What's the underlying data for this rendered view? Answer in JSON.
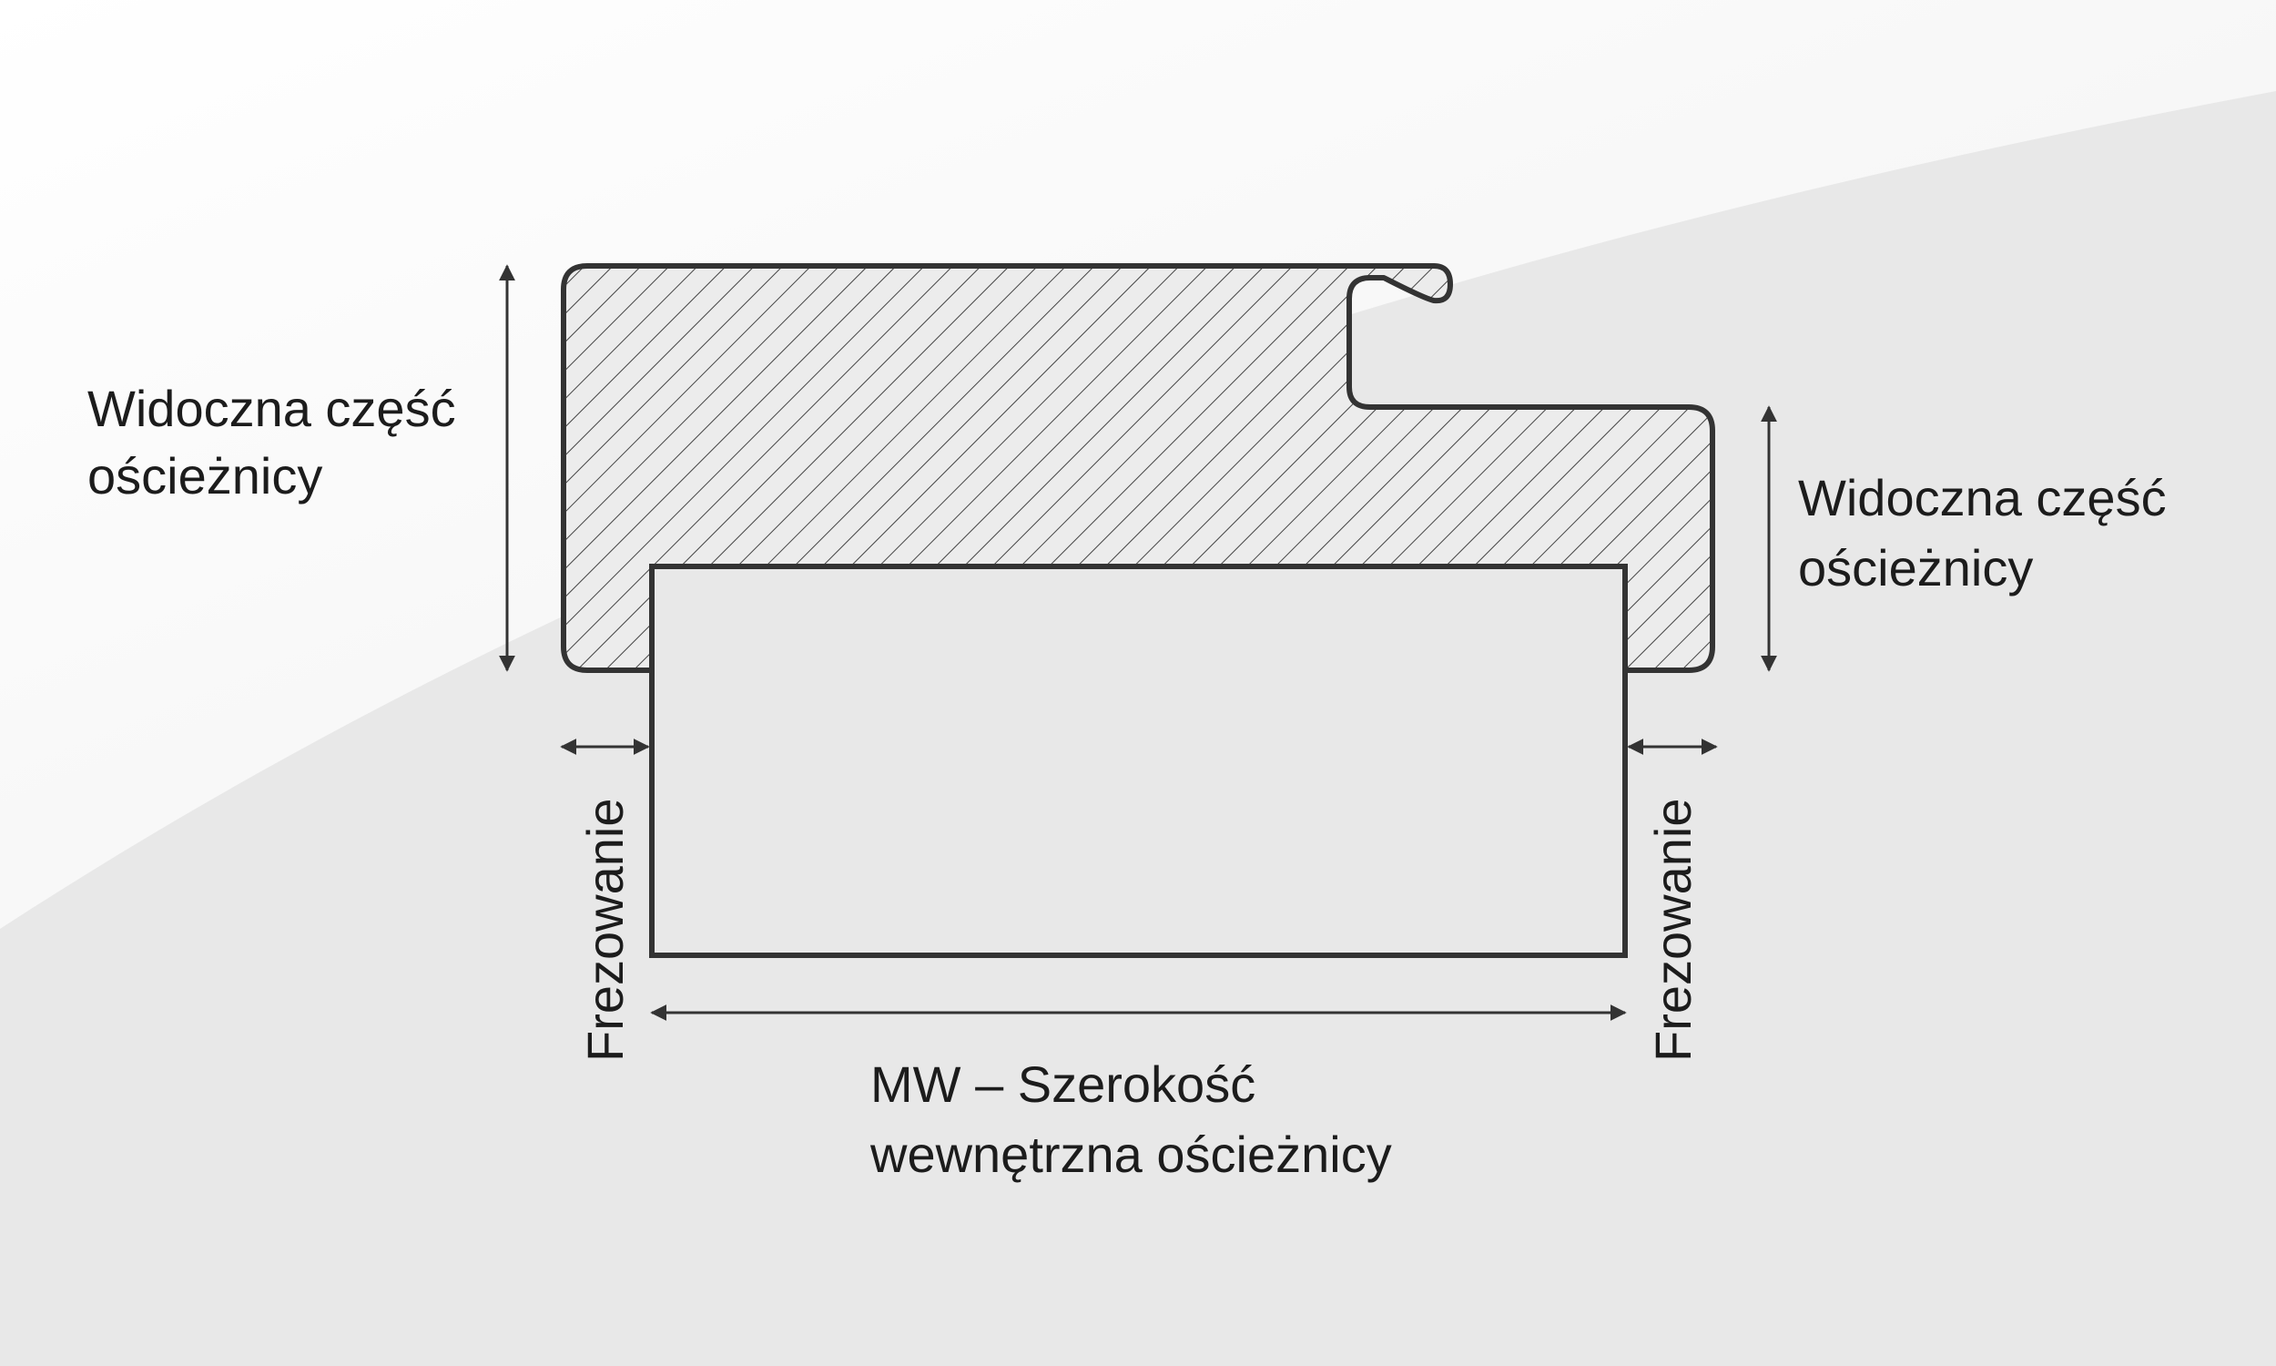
{
  "labels": {
    "visible_left_line1": "Widoczna część",
    "visible_left_line2": "ościeżnicy",
    "visible_right_line1": "Widoczna część",
    "visible_right_line2": "ościeżnicy",
    "milling_left": "Frezowanie",
    "milling_right": "Frezowanie",
    "mw_line1": "MW – Szerokość",
    "mw_line2": "wewnętrzna ościeżnicy"
  },
  "colors": {
    "background": "#e8e8e8",
    "stroke": "#333333",
    "text": "#1c1c1c"
  }
}
